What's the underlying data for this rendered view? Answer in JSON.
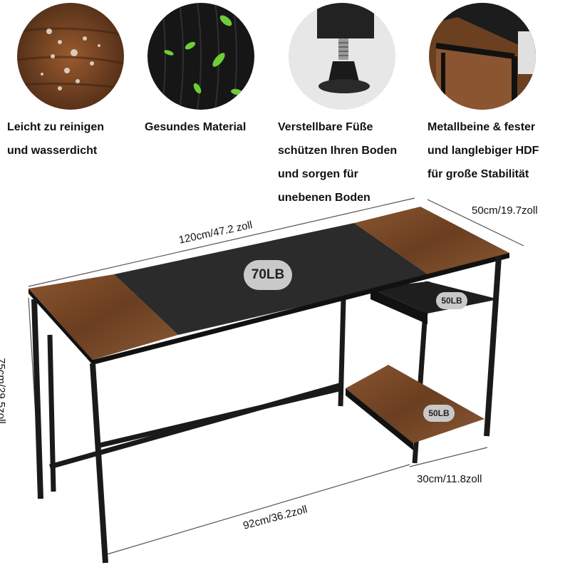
{
  "features": [
    {
      "icon": "water-drops-wood-icon",
      "lines": [
        "Leicht zu reinigen",
        "und wasserdicht"
      ]
    },
    {
      "icon": "leaf-texture-icon",
      "lines": [
        "Gesundes Material"
      ]
    },
    {
      "icon": "adjustable-foot-icon",
      "lines": [
        "Verstellbare Füße",
        "schützen Ihren Boden",
        "und sorgen für",
        "unebenen Boden"
      ]
    },
    {
      "icon": "metal-frame-icon",
      "lines": [
        "Metallbeine & fester",
        "und langlebiger HDF",
        "für große Stabilität"
      ]
    }
  ],
  "dimensions": {
    "width": "120cm/47.2 zoll",
    "depth": "50cm/19.7zoll",
    "height": "75cm/29.5zoll",
    "leg_span": "92cm/36.2zoll",
    "shelf_depth": "30cm/11.8zoll"
  },
  "load_labels": {
    "desktop": "70LB",
    "upper_shelf": "50LB",
    "lower_shelf": "50LB"
  },
  "colors": {
    "wood": "#7a4a2a",
    "desktop_black": "#2b2b2b",
    "frame": "#1a1a1a"
  }
}
